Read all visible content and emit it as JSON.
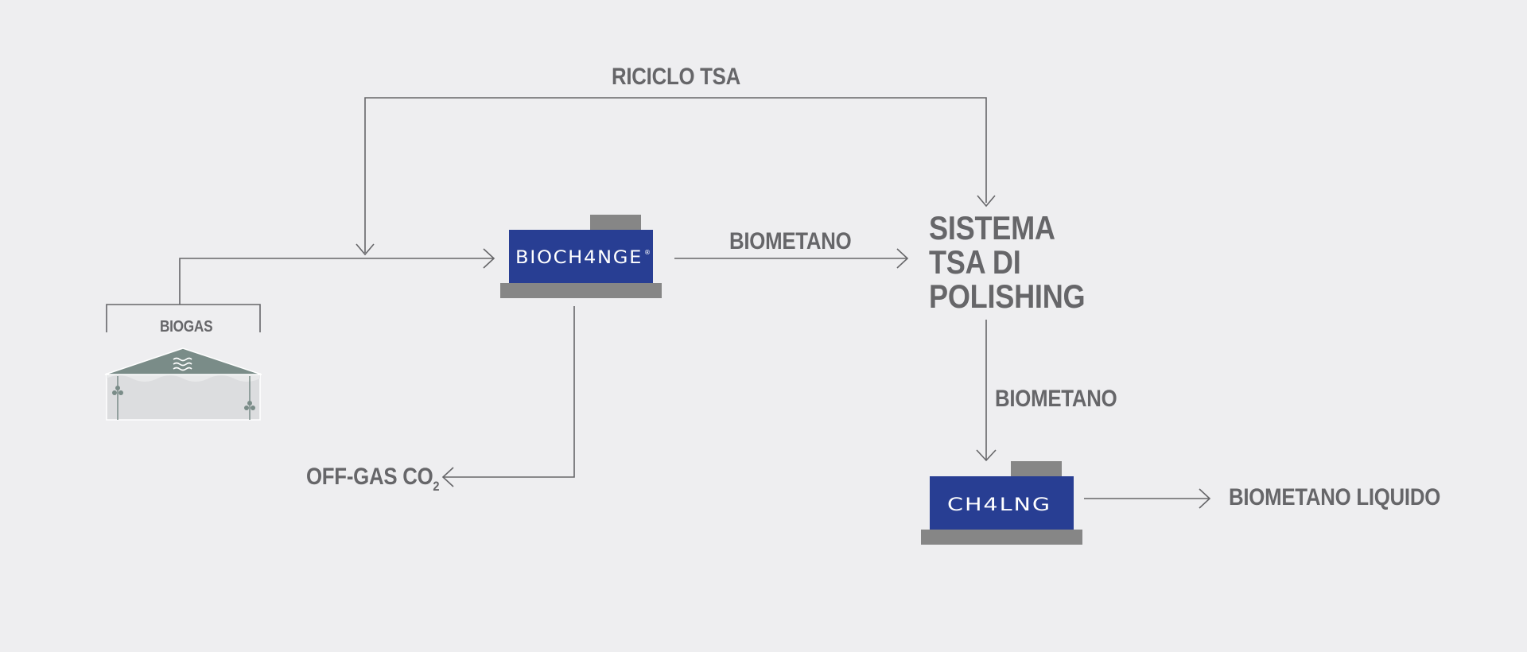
{
  "colors": {
    "background": "#eeeef0",
    "line": "#666669",
    "text": "#666669",
    "unit_blue": "#283e93",
    "unit_base": "#868686",
    "tank_roof": "#7a8c88",
    "tank_body": "#dcdddf"
  },
  "diagram": {
    "recycle_label": "RICICLO TSA",
    "biogas_label": "BIOGAS",
    "biogas_icon": "biogas-digester-icon",
    "unit_1": {
      "brand": "BIOCH4NGE",
      "mark": "®"
    },
    "stream_1_label": "BIOMETANO",
    "tsa_system": {
      "line_1": "SISTEMA",
      "line_2": "TSA DI",
      "line_3": "POLISHING"
    },
    "stream_2_label": "BIOMETANO",
    "unit_2": {
      "brand": "CH4LNG"
    },
    "offgas": {
      "label": "OFF-GAS CO",
      "subscript": "2"
    },
    "product_label": "BIOMETANO LIQUIDO"
  }
}
